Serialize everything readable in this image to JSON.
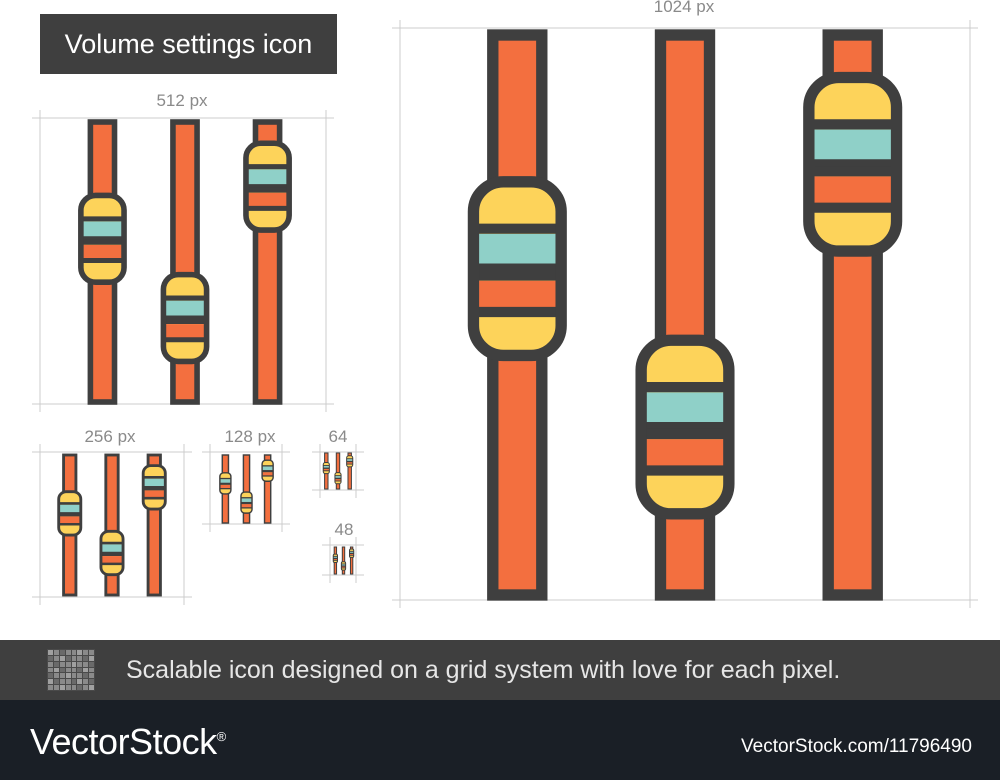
{
  "title": "Volume settings icon",
  "size_labels": {
    "s1024": "1024 px",
    "s512": "512 px",
    "s256": "256 px",
    "s128": "128 px",
    "s64": "64",
    "s48": "48"
  },
  "footer": {
    "tagline": "Scalable icon designed on a grid system with love for each pixel."
  },
  "brand": {
    "logo": "VectorStock",
    "reg_mark": "®",
    "image_id": "VectorStock.com/11796490"
  },
  "colors": {
    "outline": "#3f3f3f",
    "track": "#f36f3f",
    "knob_yellow": "#fdd35a",
    "knob_teal": "#8fd0c8",
    "knob_orange": "#f36f3f",
    "guide": "#cccccc"
  },
  "icon": {
    "name": "volume-sliders-icon",
    "knob_levels": [
      0.62,
      0.21,
      0.89
    ]
  }
}
